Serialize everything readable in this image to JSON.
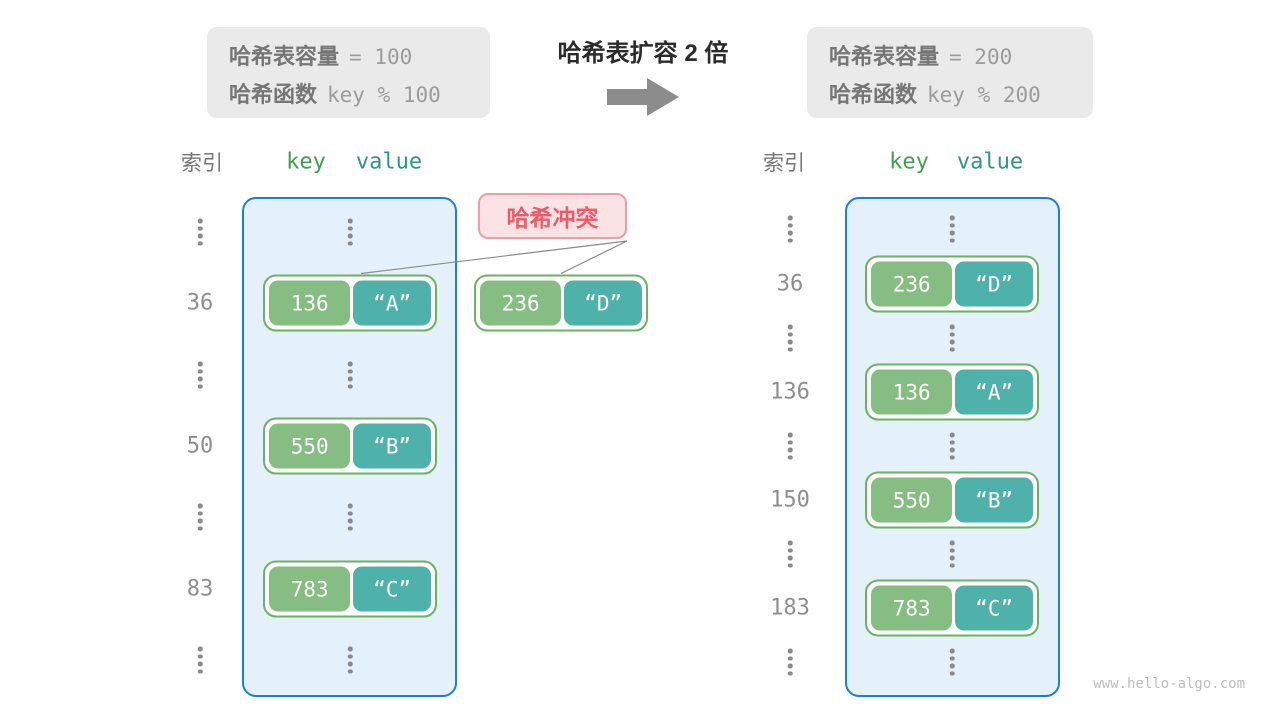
{
  "header": {
    "before_box": {
      "cap_label": "哈希表容量",
      "cap_value": "= 100",
      "fn_label": "哈希函数",
      "fn_value": "key % 100"
    },
    "title": "哈希表扩容 2 倍",
    "after_box": {
      "cap_label": "哈希表容量",
      "cap_value": "= 200",
      "fn_label": "哈希函数",
      "fn_value": "key % 200"
    }
  },
  "icons": {
    "expand_arrow": "right-block-arrow",
    "ellipsis": "vertical-dots"
  },
  "left_table": {
    "index_header": "索引",
    "key_header": "key",
    "value_header": "value",
    "rows": [
      {
        "type": "dots"
      },
      {
        "type": "pair",
        "index": "36",
        "key": "136",
        "value": "“A”"
      },
      {
        "type": "dots"
      },
      {
        "type": "pair",
        "index": "50",
        "key": "550",
        "value": "“B”"
      },
      {
        "type": "dots"
      },
      {
        "type": "pair",
        "index": "83",
        "key": "783",
        "value": "“C”"
      },
      {
        "type": "dots"
      }
    ]
  },
  "conflict_label": "哈希冲突",
  "colliding_pair": {
    "key": "236",
    "value": "“D”"
  },
  "right_table": {
    "index_header": "索引",
    "key_header": "key",
    "value_header": "value",
    "rows": [
      {
        "type": "dots"
      },
      {
        "type": "pair",
        "index": "36",
        "key": "236",
        "value": "“D”"
      },
      {
        "type": "dots"
      },
      {
        "type": "pair",
        "index": "136",
        "key": "136",
        "value": "“A”"
      },
      {
        "type": "dots"
      },
      {
        "type": "pair",
        "index": "150",
        "key": "550",
        "value": "“B”"
      },
      {
        "type": "dots"
      },
      {
        "type": "pair",
        "index": "183",
        "key": "783",
        "value": "“C”"
      },
      {
        "type": "dots"
      }
    ]
  },
  "watermark": "www.hello-algo.com",
  "colors": {
    "info_box_bg": "#eaeaea",
    "info_label_gray": "#767676",
    "info_value_gray": "#9c9c9c",
    "arrow_gray": "#8c8c8c",
    "key_header_green": "#3f9e4f",
    "value_header_teal": "#2c9488",
    "pair_key_bg": "#86bd82",
    "pair_value_bg": "#4fb2aa",
    "pair_border_green": "#6db262",
    "bucket_bg": "#e4f0fa",
    "bucket_border_blue": "#1b7ed9",
    "conflict_bg": "#fbe2e4",
    "conflict_border": "#f29ba3",
    "conflict_text": "#ee5b66",
    "index_gray": "#8e8e8e"
  }
}
